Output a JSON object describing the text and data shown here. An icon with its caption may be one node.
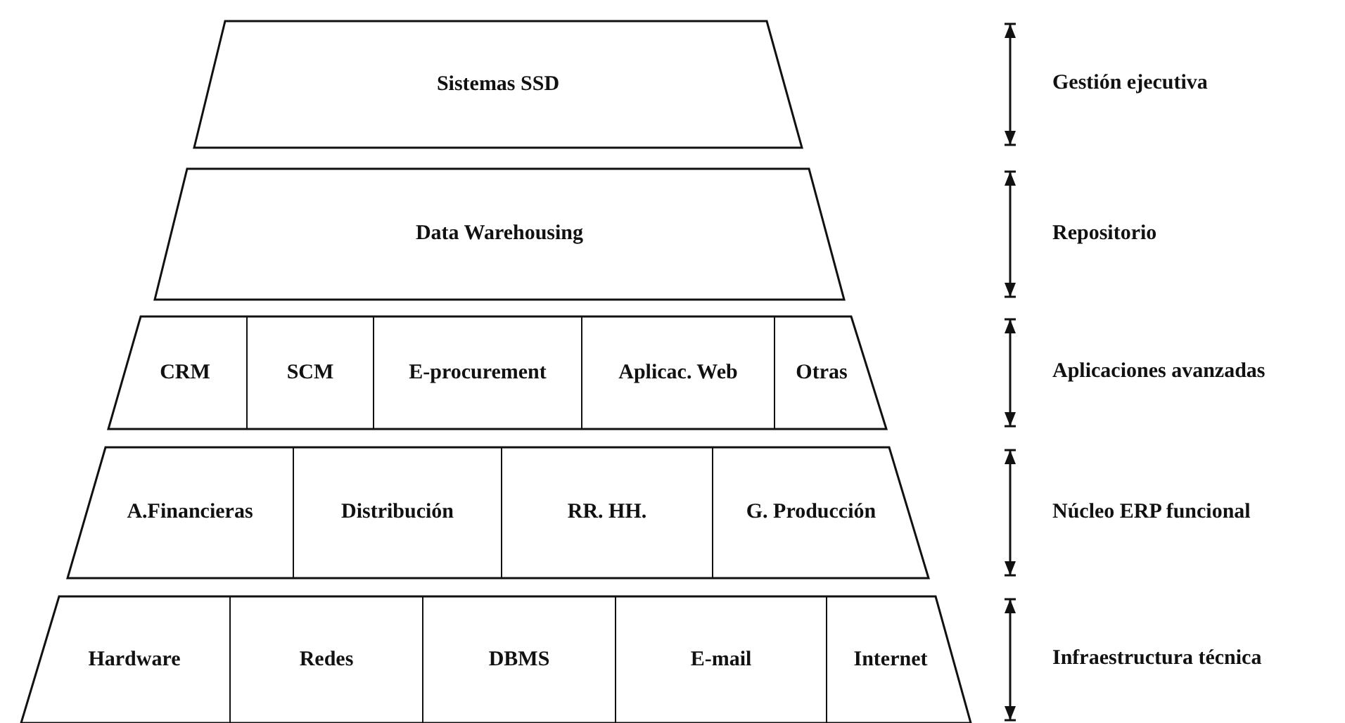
{
  "diagram": {
    "nodes": [
      {
        "text": [
          "Sistemas SSD"
        ]
      },
      {
        "text": [
          "Data Warehousing"
        ]
      },
      {
        "text": [],
        "shape": "trapezoid"
      },
      {
        "text": [
          "CRM"
        ],
        "in": 2
      },
      {
        "text": [
          "SCM"
        ],
        "in": 2
      },
      {
        "text": [
          "E-procurement"
        ],
        "in": 2
      },
      {
        "text": [
          "Aplicac. Web"
        ],
        "in": 2
      },
      {
        "text": [
          "Otras"
        ],
        "in": 2
      },
      {
        "text": [],
        "shape": "trapezoid"
      },
      {
        "text": [
          "A.Financieras"
        ],
        "in": 8
      },
      {
        "text": [
          "Distribución"
        ],
        "in": 8
      },
      {
        "text": [
          "RR. HH."
        ],
        "in": 8
      },
      {
        "text": [
          "G. Producción"
        ],
        "in": 8
      },
      {
        "text": [],
        "shape": "trapezoid"
      },
      {
        "text": [
          "Hardware"
        ],
        "in": 13
      },
      {
        "text": [
          "Redes"
        ],
        "in": 13
      },
      {
        "text": [
          "DBMS"
        ],
        "in": 13
      },
      {
        "text": [
          "E-mail"
        ],
        "in": 13
      },
      {
        "text": [
          "Internet"
        ],
        "in": 13
      }
    ],
    "labels": [
      "Gestión ejecutiva",
      "Repositorio",
      "Aplicaciones avanzadas",
      "Núcleo ERP funcional",
      "Infraestructura técnica"
    ]
  }
}
